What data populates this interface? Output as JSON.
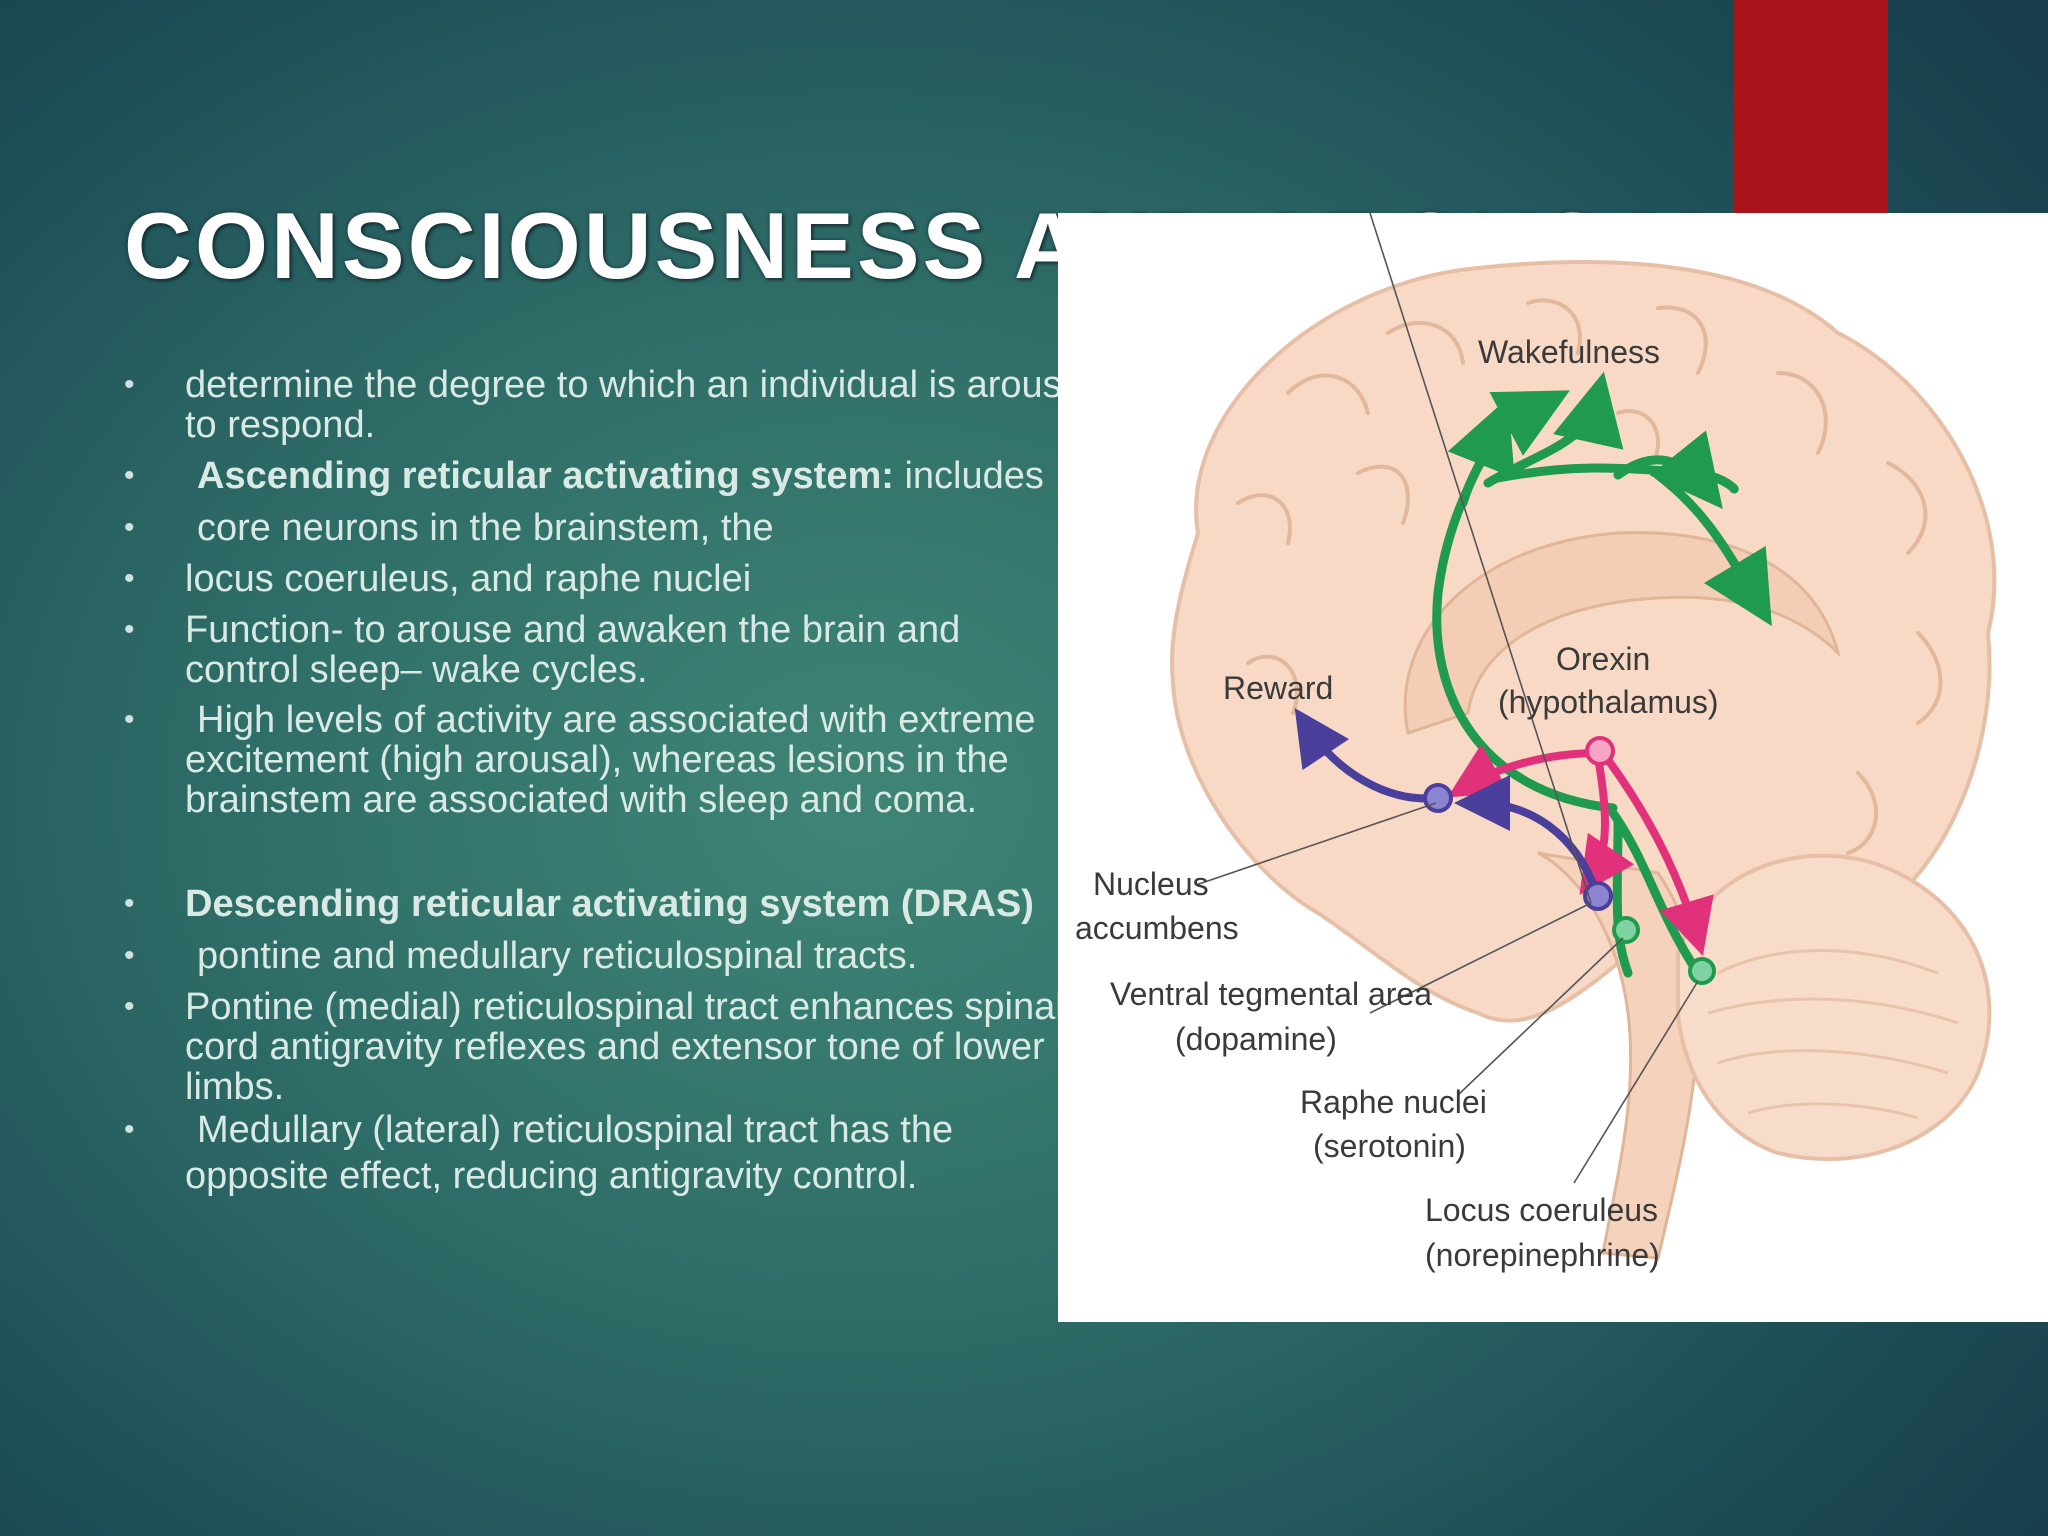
{
  "slide": {
    "title": "CONSCIOUSNESS AND AROUSAL",
    "accent_color": "#a8141a",
    "bullets": [
      {
        "lines": [
          "determine the degree to which an individual is aroused and able",
          "to respond."
        ]
      },
      {
        "strong": "Ascending reticular activating system:",
        "rest": " includes"
      },
      {
        "lines": [
          "core neurons in the brainstem, the"
        ]
      },
      {
        "lines": [
          "locus coeruleus, and raphe nuclei"
        ]
      },
      {
        "lines": [
          "Function- to arouse and awaken the brain and",
          "control sleep– wake cycles."
        ]
      },
      {
        "lines": [
          "High levels of activity are associated with extreme",
          "excitement (high arousal), whereas lesions in the",
          "brainstem are associated with sleep and coma."
        ]
      },
      {
        "strong": "Descending reticular activating system (DRAS)",
        "rest": ""
      },
      {
        "lines": [
          "pontine and medullary reticulospinal tracts."
        ]
      },
      {
        "lines": [
          "Pontine (medial) reticulospinal tract enhances spinal",
          "cord antigravity reflexes and extensor tone of lower",
          "limbs."
        ]
      },
      {
        "lines": [
          "Medullary (lateral) reticulospinal tract has the",
          "opposite effect, reducing antigravity control."
        ]
      }
    ]
  },
  "figure": {
    "labels": {
      "wakefulness": "Wakefulness",
      "reward": "Reward",
      "orexin": "Orexin",
      "hypothalamus": "(hypothalamus)",
      "nucleus": "Nucleus",
      "accumbens": "accumbens",
      "vta": "Ventral tegmental area",
      "dopamine": "(dopamine)",
      "raphe": "Raphe nuclei",
      "serotonin": "(serotonin)",
      "locus": "Locus coeruleus",
      "norepinephrine": "(norepinephrine)"
    },
    "colors": {
      "wakefulness_pathway": "#1f9a4f",
      "orexin_pathway": "#e0317a",
      "dopamine_pathway": "#4b3f9c",
      "brain_tissue": "#f7d9c6"
    }
  }
}
